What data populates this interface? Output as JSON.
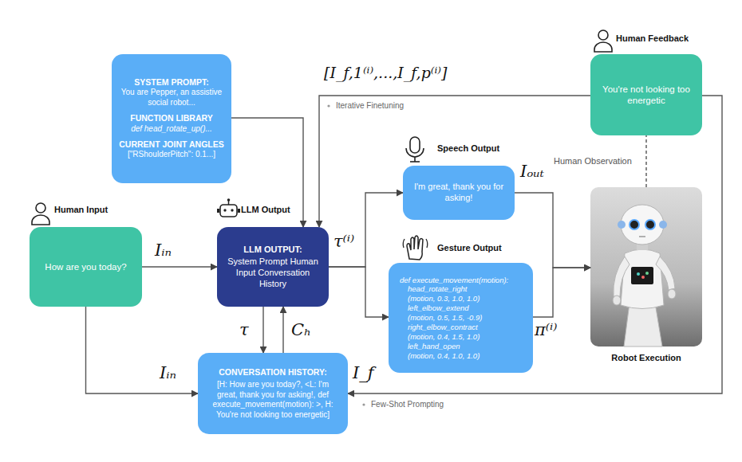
{
  "diagram": {
    "nodes": [
      {
        "text": [
          "SYSTEM PROMPT:",
          "You are Pepper, an assistive social robot...",
          "FUNCTION LIBRARY",
          "def head_rotate_up()...",
          "CURRENT JOINT ANGLES",
          "[\"RShoulderPitch\": 0.1...]"
        ]
      },
      {
        "text": [
          "Human Feedback",
          "You're not looking too energetic"
        ]
      },
      {
        "text": [
          "Speech Output",
          "I'm great, thank you for asking!"
        ]
      },
      {
        "text": [
          "Robot Execution"
        ]
      },
      {
        "text": [
          "Human Input",
          "How are you today?"
        ]
      },
      {
        "text": [
          "LLM Output",
          "LLM OUTPUT:",
          "System Prompt Human Input Conversation History"
        ]
      },
      {
        "text": [
          "Gesture Output",
          "def execute_movement(motion):",
          "head_rotate_right",
          "(motion, 0.3, 1.0, 1.0)",
          "left_elbow_extend",
          "(motion, 0.5, 1.5, -0.9)",
          "right_elbow_contract",
          "(motion, 0.4, 1.5, 1.0)",
          "left_hand_open",
          "(motion, 0.4, 1.0, 1.0)"
        ]
      },
      {
        "text": [
          "CONVERSATION HISTORY:",
          "[H: How are you today?, <L: I'm great, thank you for asking!, def execute_movement(motion): >, H: You're not looking too energetic]"
        ]
      }
    ],
    "edges": [
      {
        "from": 4,
        "to": 5,
        "arrow": "to",
        "label": "Iᵢₙ"
      },
      {
        "from": 4,
        "to": 7,
        "arrow": "to",
        "label": "Iᵢₙ"
      },
      {
        "from": 0,
        "to": 5,
        "arrow": "to"
      },
      {
        "from": 5,
        "to": 7,
        "arrow": "to",
        "label": "τ"
      },
      {
        "from": 7,
        "to": 5,
        "arrow": "to",
        "label": "Cₕ"
      },
      {
        "from": 5,
        "to": 2,
        "arrow": "to"
      },
      {
        "from": 5,
        "to": 6,
        "arrow": "to"
      },
      {
        "from": 2,
        "to": 3,
        "arrow": "to",
        "label": "Iₒᵤₜ"
      },
      {
        "from": 6,
        "to": 3,
        "arrow": "to",
        "label": "π⁽ⁱ⁾"
      },
      {
        "from": 3,
        "to": 1,
        "arrow": "none",
        "label": "Human Observation"
      },
      {
        "from": 1,
        "to": 5,
        "arrow": "to",
        "label": "[I_f,1⁽ⁱ⁾,...,I_f,p⁽ⁱ⁾]"
      },
      {
        "from": 1,
        "to": 7,
        "arrow": "to",
        "label": "I_f"
      }
    ],
    "labels": [
      "τ⁽ⁱ⁾",
      "Iterative Finetuning",
      "Few-Shot Prompting"
    ]
  }
}
